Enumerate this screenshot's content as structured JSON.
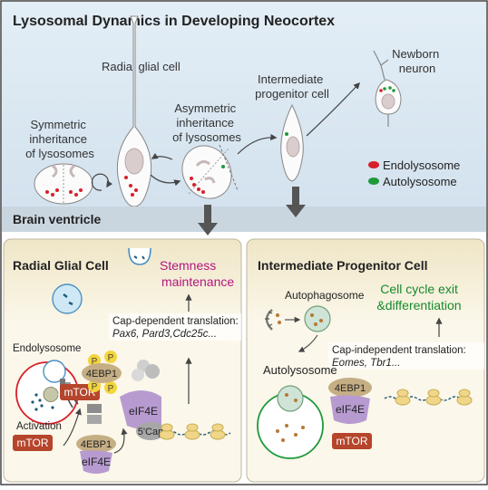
{
  "title": "Lysosomal Dynamics in Developing Neocortex",
  "top_panel": {
    "symmetric_label": [
      "Symmetric",
      "inheritance",
      "of lysosomes"
    ],
    "radial_glial_label": "Radial glial cell",
    "asymmetric_label": [
      "Asymmetric",
      "inheritance",
      "of lysosomes"
    ],
    "ipc_label": [
      "Intermediate",
      "progenitor cell"
    ],
    "neuron_label": [
      "Newborn",
      "neuron"
    ],
    "legend": {
      "endolysosome": "Endolysosome",
      "autolysosome": "Autolysosome"
    },
    "ventricle": "Brain ventricle"
  },
  "left_panel": {
    "title": "Radial Glial Cell",
    "outcome": [
      "Stemness",
      "maintenance"
    ],
    "translation": [
      "Cap-dependent translation:",
      "Pax6, Pard3,Cdc25c..."
    ],
    "endolysosome": "Endolysosome",
    "activation": "Activation",
    "mtor": "mTOR",
    "protein_4ebp1": "4EBP1",
    "protein_eif4e": "eIF4E",
    "cap": "5'Cap",
    "phospho": "P"
  },
  "right_panel": {
    "title": "Intermediate Progenitor Cell",
    "outcome": [
      "Cell cycle exit",
      "&differentiation"
    ],
    "autophagosome": "Autophagosome",
    "autolysosome": "Autolysosome",
    "translation": [
      "Cap-independent translation:",
      "Eomes, Tbr1..."
    ],
    "mtor": "mTOR",
    "protein_4ebp1": "4EBP1",
    "protein_eif4e": "eIF4E"
  },
  "colors": {
    "top_bg": "#dce9f2",
    "bottom_bg": "#f6f0dc",
    "endolysosome": "#d8202a",
    "autolysosome": "#1e9a3c",
    "stemness": "#b3157f",
    "differentiation": "#178a2c",
    "mtor": "#b5452b",
    "eif4e": "#b79bd0",
    "ebp1": "#c6ae84"
  }
}
